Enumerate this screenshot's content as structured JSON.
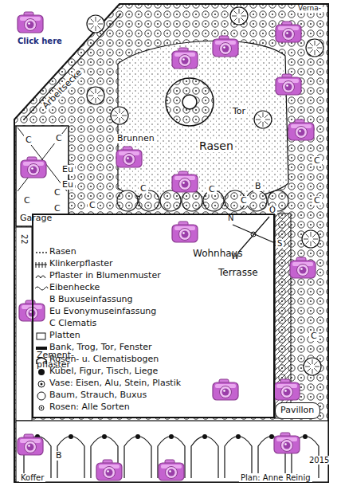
{
  "diagram": {
    "nodes": [
      {
        "text": [
          "Wohnhaus"
        ]
      },
      {
        "text": [
          "Pavillon"
        ]
      }
    ],
    "labels": [
      "Click here",
      "Arbeitsecke",
      "Verna-",
      "Brunnen",
      "Eu",
      "Eu",
      "Rasen",
      "Tor",
      "Garage",
      "Terrasse",
      "N",
      "S",
      "O",
      "W",
      "22",
      "Zement-pflaster",
      "B",
      "Koffer",
      "2015",
      "Plan: Anne Reinig",
      "C",
      "C",
      "C",
      "C",
      "C",
      "C",
      "C",
      "C",
      "C",
      "C",
      "C",
      "C",
      "B"
    ],
    "legend": [
      {
        "text": "Rasen"
      },
      {
        "text": "Klinkerpflaster"
      },
      {
        "text": "Pflaster in Blumenmuster"
      },
      {
        "text": "Eibenhecke"
      },
      {
        "text": "B Buxuseinfassung"
      },
      {
        "text": "Eu Evonymuseinfassung"
      },
      {
        "text": "C Clematis"
      },
      {
        "text": "Platten"
      },
      {
        "text": "Bank, Trog, Tor, Fenster"
      },
      {
        "text": "Rosen- u. Clematisbogen"
      },
      {
        "text": "Kübel, Figur, Tisch, Liege"
      },
      {
        "text": "Vase: Eisen, Alu, Stein, Plastik"
      },
      {
        "text": "Baum, Strauch, Buxus"
      },
      {
        "text": "Rosen: Alle Sorten"
      }
    ]
  }
}
